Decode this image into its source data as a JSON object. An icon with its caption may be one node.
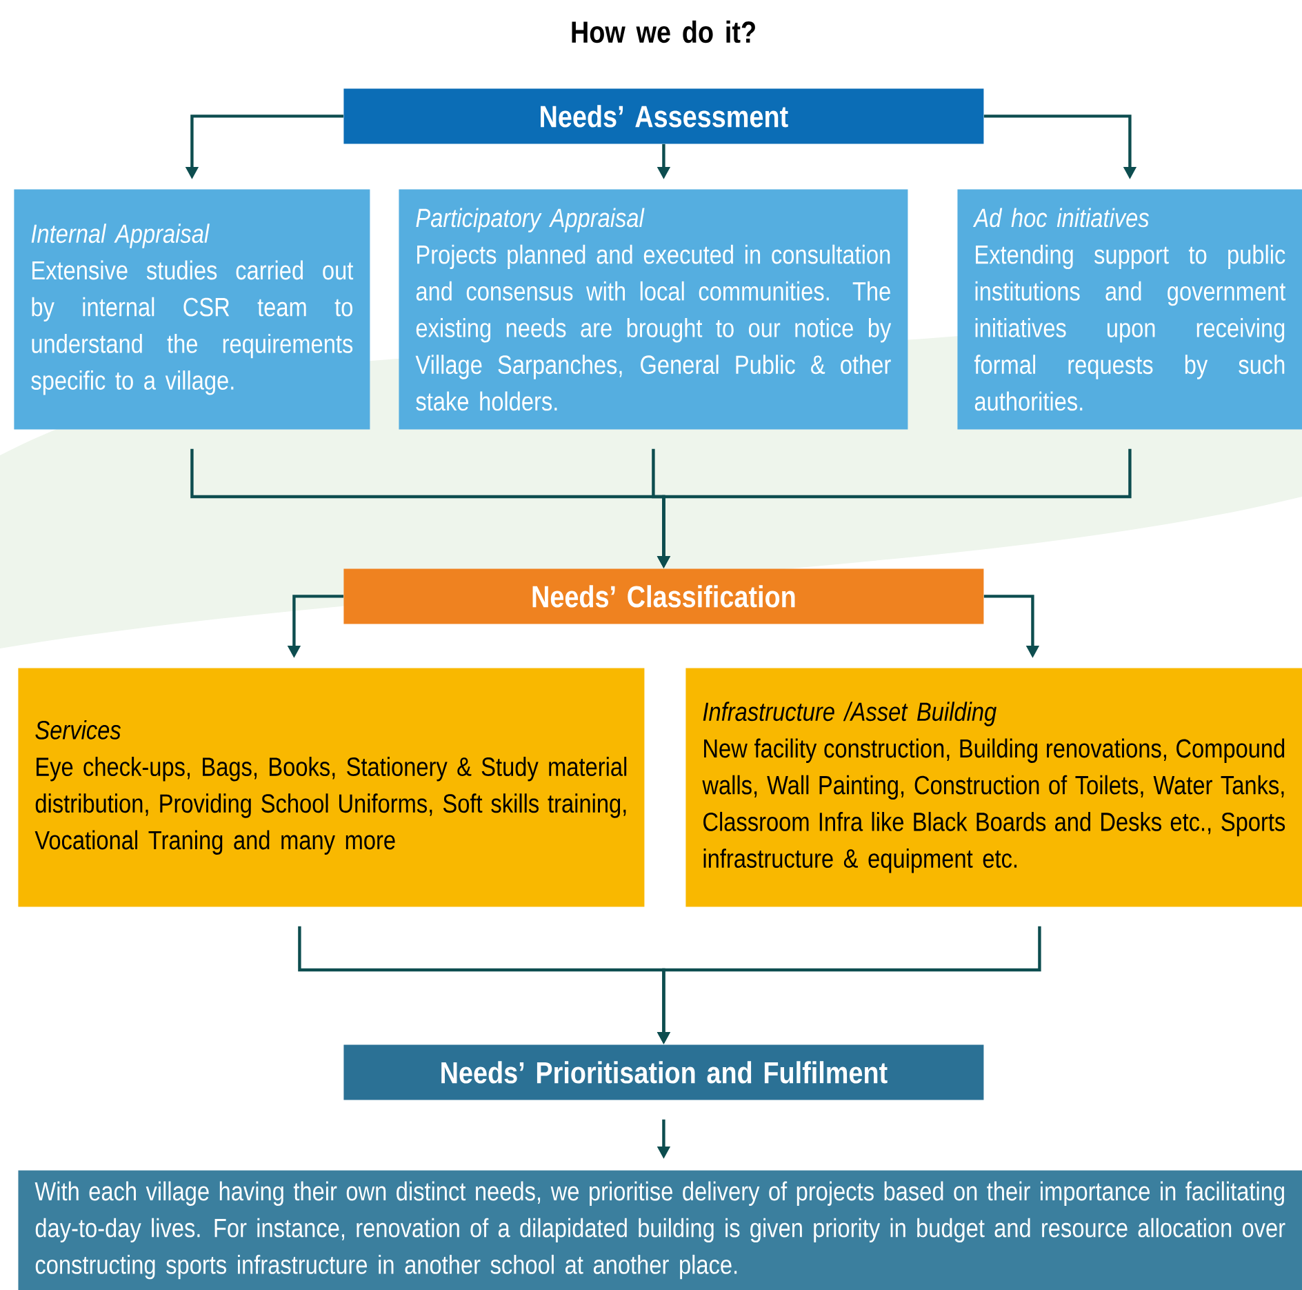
{
  "diagram": {
    "title": "How we do it?",
    "nodes": [
      {
        "text": [
          "Needs’ Assessment"
        ]
      },
      {
        "text": [
          "Internal Appraisal",
          "Extensive studies carried out by internal CSR team to understand the requirements specific to a village."
        ]
      },
      {
        "text": [
          "Participatory Appraisal",
          "Projects planned and executed in consultation and consensus with local communities. The existing needs are brought to our notice by Village Sarpanches, General Public & other stake holders."
        ]
      },
      {
        "text": [
          "Ad hoc initiatives",
          "Extending support to public institutions and government initiatives upon receiving formal requests by such authorities."
        ]
      },
      {
        "text": [
          "Needs’ Classification"
        ]
      },
      {
        "text": [
          "Services",
          "Eye check-ups, Bags, Books, Stationery & Study material distribution, Providing School Uniforms, Soft skills training, Vocational Traning and many more"
        ]
      },
      {
        "text": [
          "Infrastructure /Asset Building",
          "New facility construction, Building renovations, Compound walls, Wall Painting, Construction of Toilets, Water Tanks, Classroom Infra like Black Boards and Desks etc., Sports infrastructure & equipment etc."
        ]
      },
      {
        "text": [
          "Needs’ Prioritisation and Fulfilment"
        ]
      },
      {
        "text": [
          "With each village having their own distinct needs, we prioritise delivery of projects based on their importance in facilitating day-to-day lives. For instance, renovation of a dilapidated building is given priority in budget and resource allocation over constructing sports infrastructure in another school at another place."
        ]
      }
    ],
    "edges": [
      {
        "from": 0,
        "to": 1,
        "arrow": "to"
      },
      {
        "from": 0,
        "to": 2,
        "arrow": "to"
      },
      {
        "from": 0,
        "to": 3,
        "arrow": "to"
      },
      {
        "from": 1,
        "to": 4,
        "arrow": "to"
      },
      {
        "from": 2,
        "to": 4,
        "arrow": "to"
      },
      {
        "from": 3,
        "to": 4,
        "arrow": "to"
      },
      {
        "from": 4,
        "to": 5,
        "arrow": "to"
      },
      {
        "from": 4,
        "to": 6,
        "arrow": "to"
      },
      {
        "from": 5,
        "to": 7,
        "arrow": "to"
      },
      {
        "from": 6,
        "to": 7,
        "arrow": "to"
      },
      {
        "from": 7,
        "to": 8,
        "arrow": "to"
      }
    ]
  }
}
